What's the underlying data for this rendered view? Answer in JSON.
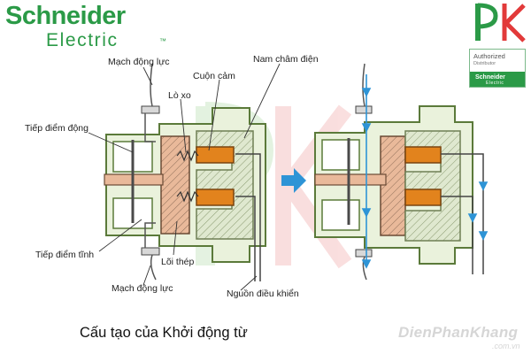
{
  "brand": {
    "logo_main": "Schneider",
    "logo_sub": "Electric",
    "logo_tm": "™",
    "badge_line1": "Authorized",
    "badge_line2": "Distributor",
    "badge_brand": "Schneider",
    "badge_brand_sub": "Electric"
  },
  "labels": {
    "mach_dong_luc_top": "Mạch động lực",
    "cuon_cam": "Cuộn cảm",
    "nam_cham_dien": "Nam châm điện",
    "lo_xo": "Lò xo",
    "tiep_diem_dong": "Tiếp điểm động",
    "tiep_diem_tinh": "Tiếp điểm tĩnh",
    "loi_thep": "Lõi thép",
    "mach_dong_luc_bottom": "Mạch động lực",
    "nguon_dieu_khien": "Nguồn điều khiển"
  },
  "caption": "Cấu tạo của Khởi động từ",
  "watermark": {
    "main": "DienPhanKhang",
    "suffix": ".com.vn"
  },
  "colors": {
    "brand_green": "#2b9a47",
    "frame_green": "#5b7a3a",
    "frame_fill": "#eaf2dc",
    "core_fill": "#e9b99a",
    "coil_fill": "#e2831d",
    "arrow_blue": "#2e94d6",
    "watermark_red": "#f5c4c4",
    "watermark_green": "#cde8c8"
  }
}
